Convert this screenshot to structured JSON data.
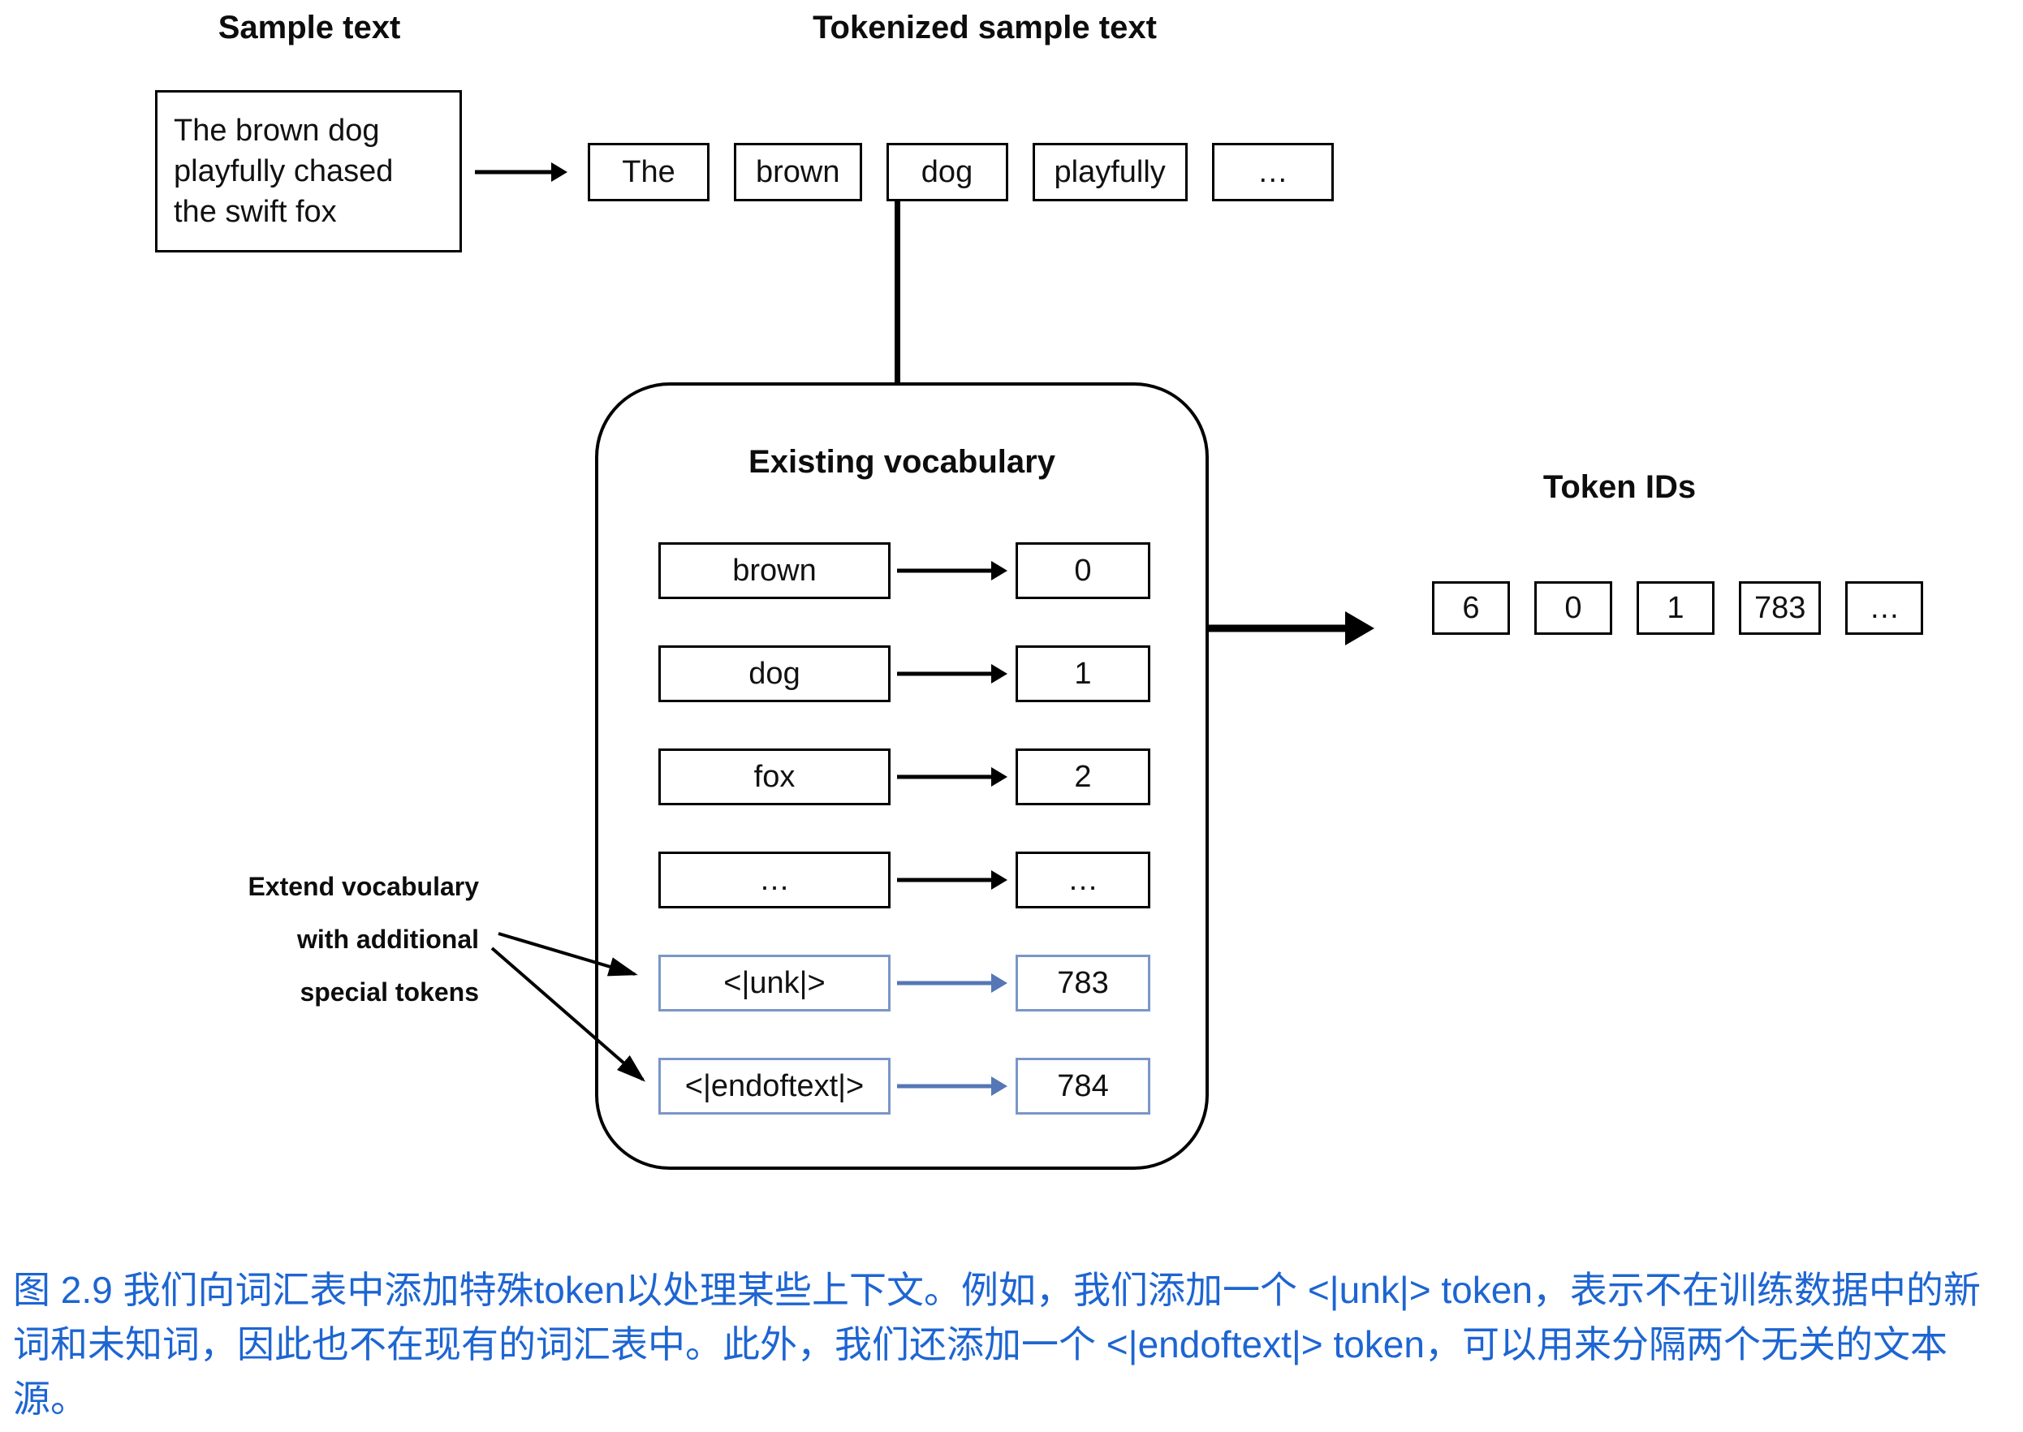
{
  "headings": {
    "sample_text": "Sample text",
    "tokenized_sample_text": "Tokenized sample text",
    "existing_vocabulary": "Existing vocabulary",
    "token_ids": "Token IDs"
  },
  "sample_box": {
    "text": "The brown dog playfully chased the swift fox"
  },
  "tokens": [
    "The",
    "brown",
    "dog",
    "playfully",
    "…"
  ],
  "vocabulary_rows": [
    {
      "word": "brown",
      "id": "0"
    },
    {
      "word": "dog",
      "id": "1"
    },
    {
      "word": "fox",
      "id": "2"
    },
    {
      "word": "…",
      "id": "…"
    },
    {
      "word": "<|unk|>",
      "id": "783"
    },
    {
      "word": "<|endoftext|>",
      "id": "784"
    }
  ],
  "extend_label": {
    "line1": "Extend vocabulary",
    "line2": "with additional",
    "line3": "special tokens"
  },
  "token_ids": [
    "6",
    "0",
    "1",
    "783",
    "…"
  ],
  "caption": "图 2.9 我们向词汇表中添加特殊token以处理某些上下文。例如，我们添加一个 <|unk|> token，表示不在训练数据中的新词和未知词，因此也不在现有的词汇表中。此外，我们还添加一个 <|endoftext|> token，可以用来分隔两个无关的文本源。",
  "colors": {
    "box_border": "#000000",
    "special_border": "#7b96c8",
    "special_arrow": "#5577b5",
    "caption_text": "#1d65d2"
  }
}
